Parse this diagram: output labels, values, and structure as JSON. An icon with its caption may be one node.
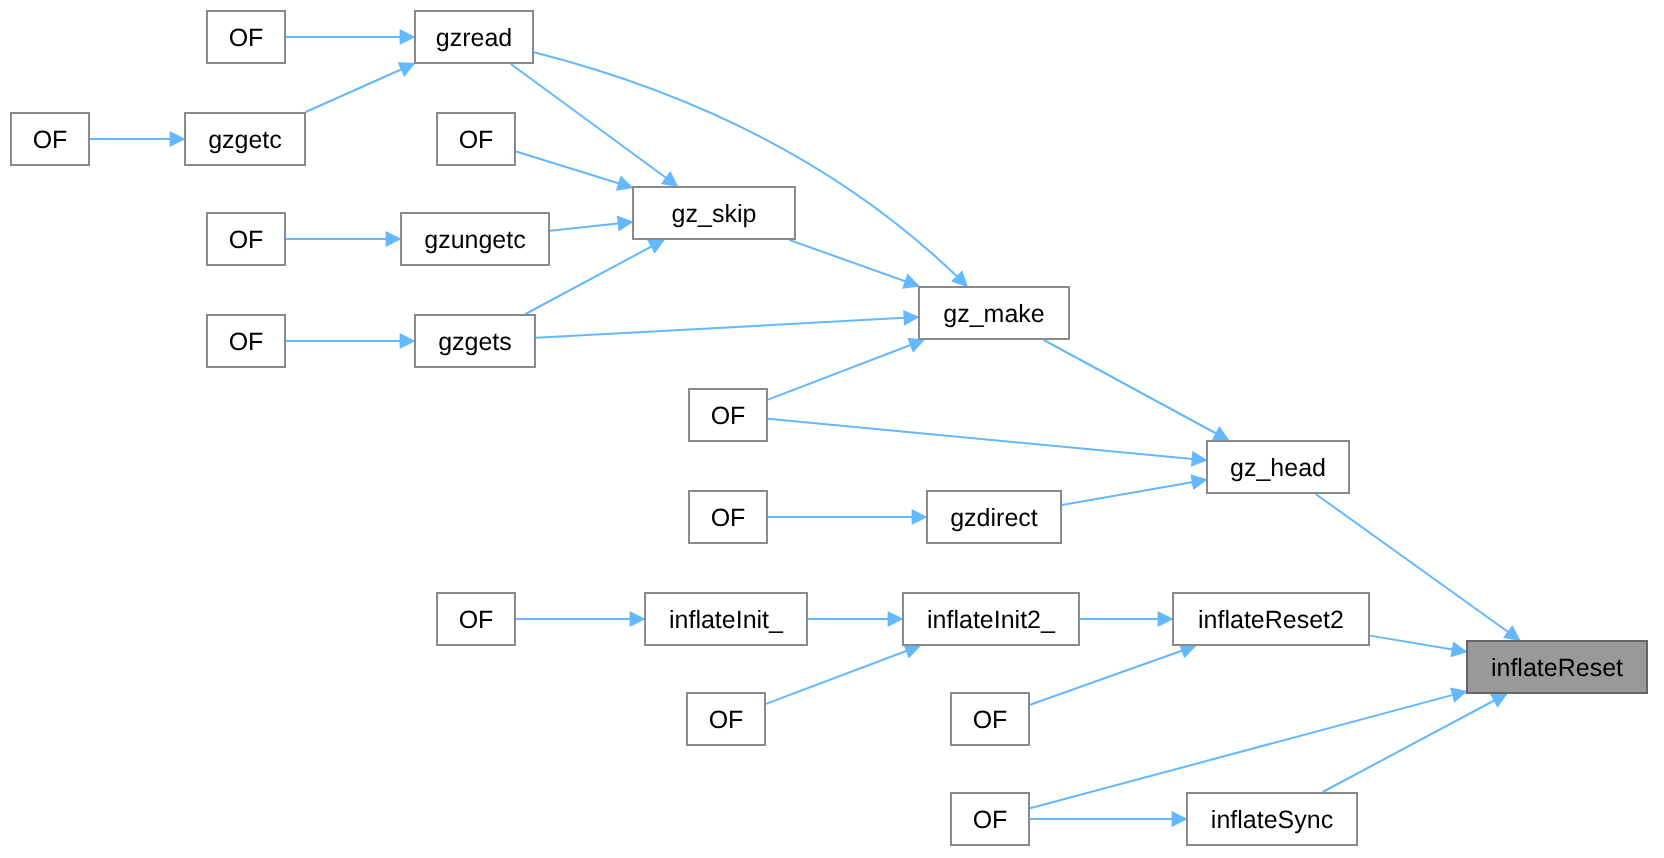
{
  "diagram": {
    "nodes": [
      {
        "text": [
          "OF"
        ]
      },
      {
        "text": [
          "gzread"
        ]
      },
      {
        "text": [
          "OF"
        ]
      },
      {
        "text": [
          "gzgetc"
        ]
      },
      {
        "text": [
          "OF"
        ]
      },
      {
        "text": [
          "gz_skip"
        ]
      },
      {
        "text": [
          "OF"
        ]
      },
      {
        "text": [
          "gzungetc"
        ]
      },
      {
        "text": [
          "OF"
        ]
      },
      {
        "text": [
          "gzgets"
        ]
      },
      {
        "text": [
          "gz_make"
        ]
      },
      {
        "text": [
          "OF"
        ]
      },
      {
        "text": [
          "gz_head"
        ]
      },
      {
        "text": [
          "OF"
        ]
      },
      {
        "text": [
          "gzdirect"
        ]
      },
      {
        "text": [
          "OF"
        ]
      },
      {
        "text": [
          "inflateInit_"
        ]
      },
      {
        "text": [
          "inflateInit2_"
        ]
      },
      {
        "text": [
          "inflateReset2"
        ]
      },
      {
        "text": [
          "inflateReset"
        ]
      },
      {
        "text": [
          "OF"
        ]
      },
      {
        "text": [
          "OF"
        ]
      },
      {
        "text": [
          "OF"
        ]
      },
      {
        "text": [
          "inflateSync"
        ]
      }
    ],
    "edges": [
      {
        "from": 0,
        "to": 1,
        "arrow": "to"
      },
      {
        "from": 2,
        "to": 3,
        "arrow": "to"
      },
      {
        "from": 3,
        "to": 1,
        "arrow": "to"
      },
      {
        "from": 1,
        "to": 5,
        "arrow": "to"
      },
      {
        "from": 1,
        "to": 10,
        "arrow": "to"
      },
      {
        "from": 4,
        "to": 5,
        "arrow": "to"
      },
      {
        "from": 6,
        "to": 7,
        "arrow": "to"
      },
      {
        "from": 7,
        "to": 5,
        "arrow": "to"
      },
      {
        "from": 8,
        "to": 9,
        "arrow": "to"
      },
      {
        "from": 9,
        "to": 5,
        "arrow": "to"
      },
      {
        "from": 9,
        "to": 10,
        "arrow": "to"
      },
      {
        "from": 5,
        "to": 10,
        "arrow": "to"
      },
      {
        "from": 11,
        "to": 10,
        "arrow": "to"
      },
      {
        "from": 11,
        "to": 12,
        "arrow": "to"
      },
      {
        "from": 10,
        "to": 12,
        "arrow": "to"
      },
      {
        "from": 13,
        "to": 14,
        "arrow": "to"
      },
      {
        "from": 14,
        "to": 12,
        "arrow": "to"
      },
      {
        "from": 12,
        "to": 19,
        "arrow": "to"
      },
      {
        "from": 15,
        "to": 16,
        "arrow": "to"
      },
      {
        "from": 16,
        "to": 17,
        "arrow": "to"
      },
      {
        "from": 20,
        "to": 17,
        "arrow": "to"
      },
      {
        "from": 17,
        "to": 18,
        "arrow": "to"
      },
      {
        "from": 21,
        "to": 18,
        "arrow": "to"
      },
      {
        "from": 18,
        "to": 19,
        "arrow": "to"
      },
      {
        "from": 22,
        "to": 19,
        "arrow": "to"
      },
      {
        "from": 22,
        "to": 23,
        "arrow": "to"
      },
      {
        "from": 23,
        "to": 19,
        "arrow": "to"
      }
    ]
  }
}
